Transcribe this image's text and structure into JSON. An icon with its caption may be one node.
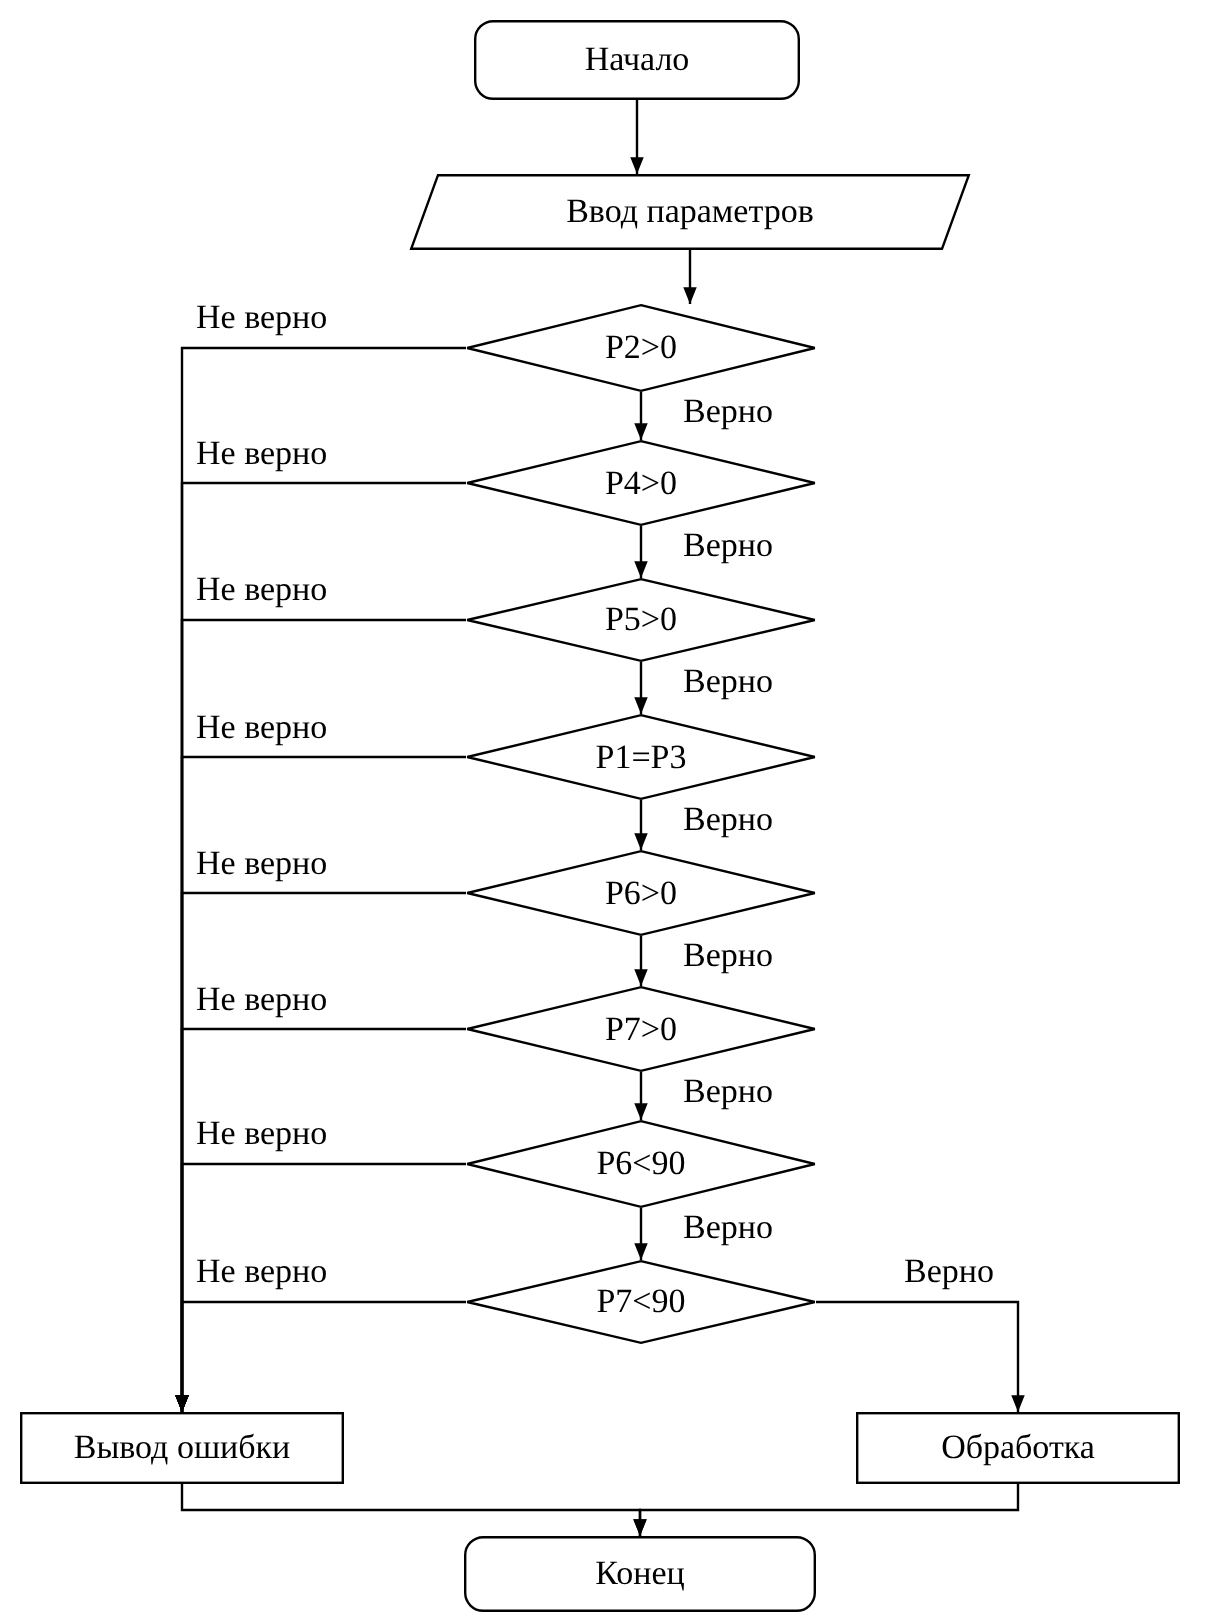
{
  "diagram": {
    "nodes": [
      {
        "text": [
          "Начало"
        ]
      },
      {
        "text": [
          "Ввод параметров"
        ]
      },
      {
        "text": [
          "P2>0"
        ]
      },
      {
        "text": [
          "P4>0"
        ]
      },
      {
        "text": [
          "P5>0"
        ]
      },
      {
        "text": [
          "P1=P3"
        ]
      },
      {
        "text": [
          "P6>0"
        ]
      },
      {
        "text": [
          "P7>0"
        ]
      },
      {
        "text": [
          "P6<90"
        ]
      },
      {
        "text": [
          "P7<90"
        ]
      },
      {
        "text": [
          "Вывод ошибки"
        ]
      },
      {
        "text": [
          "Обработка"
        ]
      },
      {
        "text": [
          "Конец"
        ]
      }
    ],
    "edges": [
      {
        "from": 0,
        "to": 1,
        "arrow": "to"
      },
      {
        "from": 1,
        "to": 2,
        "arrow": "to"
      },
      {
        "from": 2,
        "to": 3,
        "arrow": "to",
        "label": "Верно"
      },
      {
        "from": 3,
        "to": 4,
        "arrow": "to",
        "label": "Верно"
      },
      {
        "from": 4,
        "to": 5,
        "arrow": "to",
        "label": "Верно"
      },
      {
        "from": 5,
        "to": 6,
        "arrow": "to",
        "label": "Верно"
      },
      {
        "from": 6,
        "to": 7,
        "arrow": "to",
        "label": "Верно"
      },
      {
        "from": 7,
        "to": 8,
        "arrow": "to",
        "label": "Верно"
      },
      {
        "from": 8,
        "to": 9,
        "arrow": "to",
        "label": "Верно"
      },
      {
        "from": 2,
        "to": 10,
        "arrow": "to",
        "label": "Не верно"
      },
      {
        "from": 3,
        "to": 10,
        "arrow": "to",
        "label": "Не верно"
      },
      {
        "from": 4,
        "to": 10,
        "arrow": "to",
        "label": "Не верно"
      },
      {
        "from": 5,
        "to": 10,
        "arrow": "to",
        "label": "Не верно"
      },
      {
        "from": 6,
        "to": 10,
        "arrow": "to",
        "label": "Не верно"
      },
      {
        "from": 7,
        "to": 10,
        "arrow": "to",
        "label": "Не верно"
      },
      {
        "from": 8,
        "to": 10,
        "arrow": "to",
        "label": "Не верно"
      },
      {
        "from": 9,
        "to": 10,
        "arrow": "to",
        "label": "Не верно"
      },
      {
        "from": 9,
        "to": 11,
        "arrow": "to",
        "label": "Верно"
      },
      {
        "from": 10,
        "to": 12,
        "arrow": "to"
      },
      {
        "from": 11,
        "to": 12,
        "arrow": "to"
      }
    ]
  }
}
